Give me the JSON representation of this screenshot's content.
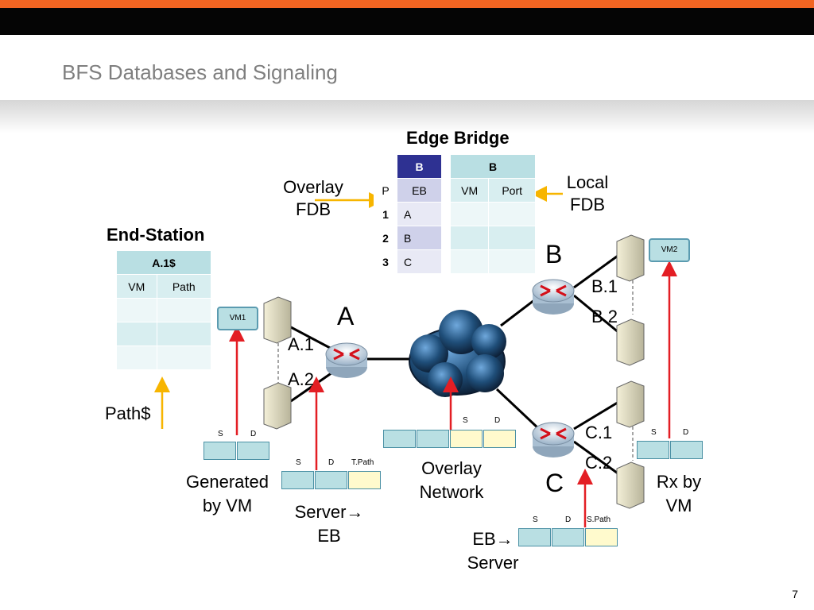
{
  "slide": {
    "title": "BFS Databases and Signaling",
    "page_number": "7"
  },
  "edge_bridge": {
    "heading": "Edge Bridge",
    "overlay_fdb": {
      "header": "B",
      "p_label": "P",
      "col_header": "EB",
      "rows": [
        {
          "p": "1",
          "eb": "A"
        },
        {
          "p": "2",
          "eb": "B"
        },
        {
          "p": "3",
          "eb": "C"
        }
      ]
    },
    "local_fdb": {
      "header": "B",
      "columns": [
        "VM",
        "Port"
      ]
    }
  },
  "end_station": {
    "heading": "End-Station",
    "table": {
      "header": "A.1$",
      "columns": [
        "VM",
        "Path"
      ]
    }
  },
  "labels": {
    "overlay_fdb_line1": "Overlay",
    "overlay_fdb_line2": "FDB",
    "local_fdb_line1": "Local",
    "local_fdb_line2": "FDB",
    "path_cache": "Path$",
    "node_a": "A",
    "node_b": "B",
    "node_c": "C",
    "port_a1": "A.1",
    "port_a2": "A.2",
    "port_b1": "B.1",
    "port_b2": "B.2",
    "port_c1": "C.1",
    "port_c2": "C.2",
    "vm1": "VM1",
    "vm2": "VM2",
    "generated_line1": "Generated",
    "generated_line2": "by VM",
    "server_eb_line1": "Server",
    "server_eb_line2": "EB",
    "overlay_net_line1": "Overlay",
    "overlay_net_line2": "Network",
    "eb_server_line1": "EB",
    "eb_server_line2": "Server",
    "rx_line1": "Rx by",
    "rx_line2": "VM",
    "arrow_glyph": "→"
  },
  "frames": {
    "s": "S",
    "d": "D",
    "t_path": "T.Path",
    "s_path": "S.Path"
  },
  "colors": {
    "accent_orange": "#f26522",
    "header_blue": "#2e3192",
    "signal_red": "#e31e24",
    "db_arrow_yellow": "#f7b500"
  }
}
